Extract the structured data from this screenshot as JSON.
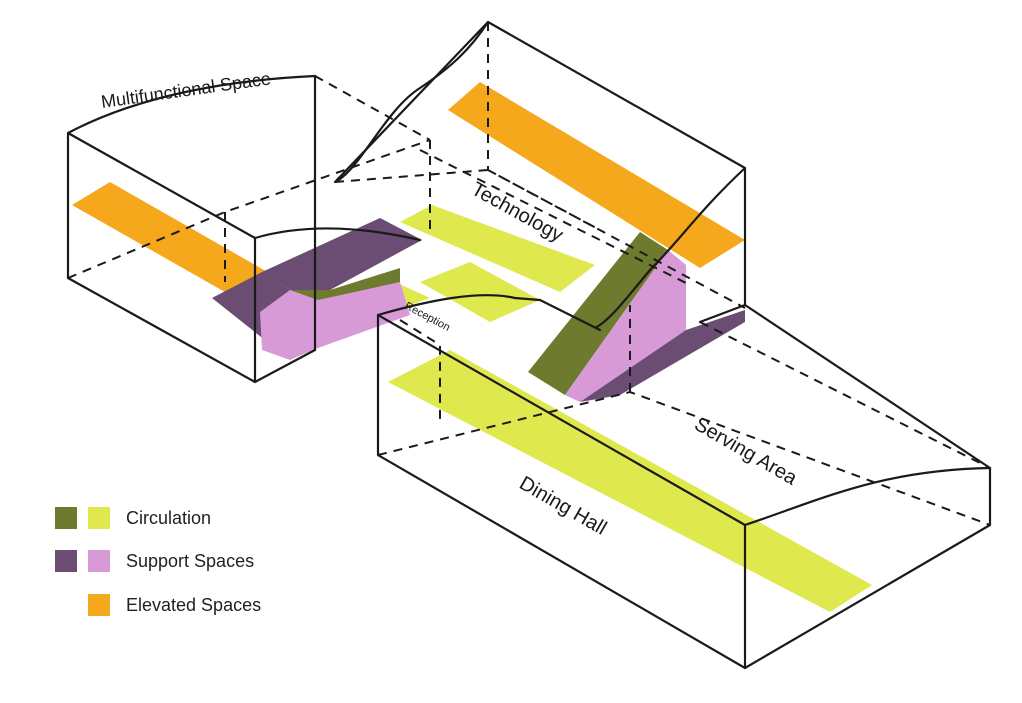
{
  "labels": {
    "multifunctional": "Multifunctional Space",
    "technology": "Technology",
    "reception": "Reception",
    "serving": "Serving Area",
    "dining": "Dining Hall"
  },
  "legend": [
    {
      "label": "Circulation",
      "colors": [
        "#6e7a2e",
        "#dfe84d"
      ]
    },
    {
      "label": "Support Spaces",
      "colors": [
        "#6b4c72",
        "#d79ad6"
      ]
    },
    {
      "label": "Elevated Spaces",
      "colors": [
        "#f5a81c"
      ]
    }
  ],
  "colors": {
    "circulation_dark": "#6e7a2e",
    "circulation_light": "#dfe84d",
    "support_dark": "#6b4c72",
    "support_light": "#d79ad6",
    "elevated": "#f5a81c",
    "line": "#1a1a1a"
  }
}
